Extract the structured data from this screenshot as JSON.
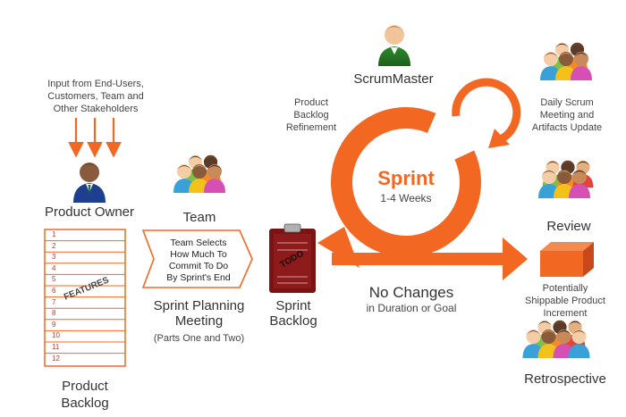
{
  "colors": {
    "orange": "#f26722",
    "dark_orange": "#d9541a",
    "text": "#333333",
    "clipboard": "#7a1414"
  },
  "input_text": [
    "Input from End-Users,",
    "Customers, Team and",
    "Other Stakeholders"
  ],
  "product_owner": "Product Owner",
  "backlog_rows": [
    "1",
    "2",
    "3",
    "4",
    "5",
    "6",
    "7",
    "8",
    "9",
    "10",
    "11",
    "12"
  ],
  "features": "FEATURES",
  "product_backlog": [
    "Product",
    "Backlog"
  ],
  "team": "Team",
  "planning_box": [
    "Team Selects",
    "How Much To",
    "Commit To Do",
    "By Sprint's End"
  ],
  "sprint_planning": [
    "Sprint Planning",
    "Meeting"
  ],
  "sprint_planning_sub": "(Parts One and Two)",
  "clipboard_text": "TODO",
  "sprint_backlog": [
    "Sprint",
    "Backlog"
  ],
  "scrum_master": "ScrumMaster",
  "refinement": [
    "Product",
    "Backlog",
    "Refinement"
  ],
  "sprint": "Sprint",
  "sprint_duration": "1-4 Weeks",
  "no_changes": "No Changes",
  "no_changes_sub": "in Duration or Goal",
  "daily_scrum": [
    "Daily Scrum",
    "Meeting and",
    "Artifacts Update"
  ],
  "review": "Review",
  "increment": [
    "Potentially",
    "Shippable Product",
    "Increment"
  ],
  "retrospective": "Retrospective",
  "icons": [
    "person-icon",
    "people-group-icon",
    "clipboard-icon",
    "box-icon",
    "arrow-icon",
    "cycle-arrow-icon"
  ]
}
